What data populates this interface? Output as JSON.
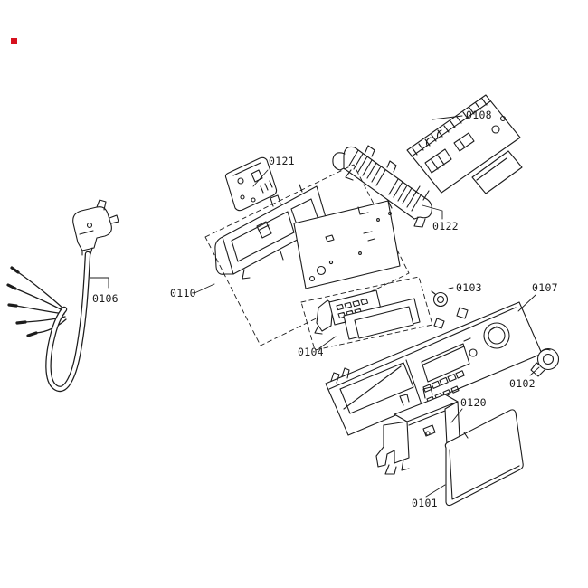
{
  "page": {
    "background": "#ffffff"
  },
  "brand_marker": {
    "color": "#d6111e"
  },
  "diagram": {
    "type": "exploded-parts-diagram",
    "line_color": "#1c1c1c",
    "labels": {
      "p0101": "0101",
      "p0102": "0102",
      "p0103": "0103",
      "p0104": "0104",
      "p0106": "0106",
      "p0107": "0107",
      "p0108": "0108",
      "p0110": "0110",
      "p0120": "0120",
      "p0121": "0121",
      "p0122": "0122"
    }
  }
}
